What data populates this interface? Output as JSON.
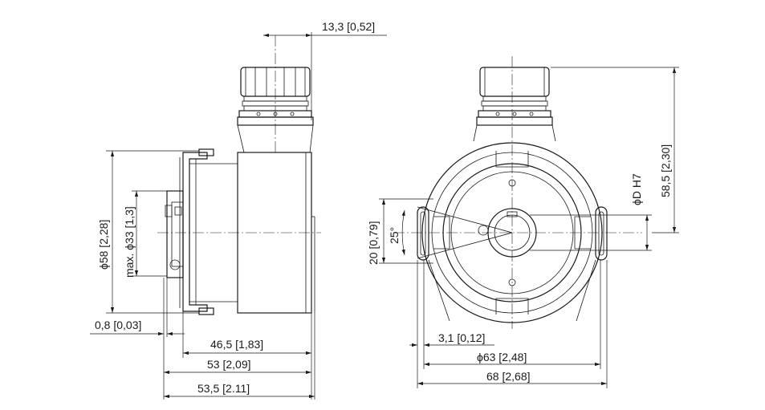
{
  "drawing": {
    "side_view": {
      "dim_13_3": "13,3 [0,52]",
      "dim_58": "ϕ58 [2,28]",
      "dim_33": "max. ϕ33 [1,3]",
      "dim_0_8": "0,8 [0,03]",
      "dim_46_5": "46,5 [1,83]",
      "dim_53": "53 [2,09]",
      "dim_53_5": "53,5 [2.11]"
    },
    "front_view": {
      "dim_20": "20 [0,79]",
      "dim_25deg": "25°",
      "dim_dH7": "ϕD H7",
      "dim_58_5": "58,5 [2,30]",
      "dim_3_1": "3,1 [0,12]",
      "dim_63": "ϕ63 [2,48]",
      "dim_68": "68 [2,68]"
    }
  }
}
